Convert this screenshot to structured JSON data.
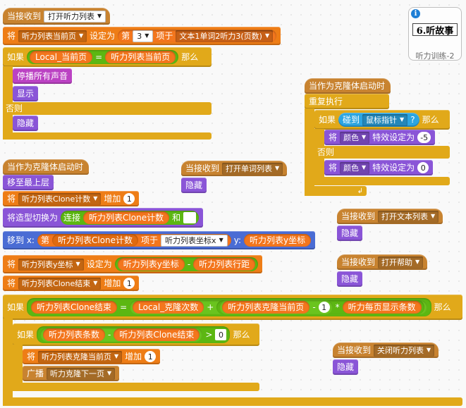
{
  "colors": {
    "events": "#c88330",
    "data": "#ee7d16",
    "control": "#e1a91a",
    "looks": "#8a55d7",
    "sound": "#bb42c3",
    "motion": "#4a6cd4",
    "operators": "#5cb712",
    "sensing": "#2ca5e2",
    "variable": "#f3761d"
  },
  "script1": {
    "hat": {
      "label": "当接收到",
      "msg": "打开听力列表"
    },
    "set": {
      "label": "将",
      "var": "听力列表当前页",
      "to": "设定为",
      "item": "第",
      "num": "3",
      "of": "项于",
      "list": "文本1单词2听力3(页数)"
    },
    "if": {
      "label": "如果",
      "left": "Local_当前页",
      "eq": "=",
      "right": "听力列表当前页",
      "then": "那么"
    },
    "stop_sounds": "停播所有声音",
    "show": "显示",
    "else": "否则",
    "hide": "隐藏"
  },
  "script2": {
    "hat": "当作为克隆体启动时",
    "front": "移至最上层",
    "change1": {
      "label": "将",
      "var": "听力列表Clone计数",
      "by": "增加",
      "val": "1"
    },
    "costume": {
      "label": "将造型切换为",
      "join": "连接",
      "a": "听力列表Clone计数",
      "and": "和"
    },
    "goto": {
      "label": "移到 x:",
      "item": "第",
      "idx": "听力列表Clone计数",
      "of": "项于",
      "list": "听力列表坐标x",
      "y": "y:",
      "yval": "听力列表y坐标"
    },
    "sety": {
      "label": "将",
      "var": "听力列表y坐标",
      "to": "设定为",
      "a": "听力列表y坐标",
      "minus": "-",
      "b": "听力列表行距"
    },
    "change2": {
      "label": "将",
      "var": "听力列表Clone结束",
      "by": "增加",
      "val": "1"
    },
    "if1": {
      "label": "如果",
      "left": "听力列表Clone结束",
      "eq": "=",
      "a": "Local_克隆次数",
      "plus": "+",
      "b": "听力列表克隆当前页",
      "minus": "-",
      "one": "1",
      "mul": "*",
      "c": "听力每页显示条数",
      "then": "那么"
    },
    "if2": {
      "label": "如果",
      "a": "听力列表条数",
      "minus": "-",
      "b": "听力列表Clone结束",
      "gt": ">",
      "zero": "0",
      "then": "那么"
    },
    "change3": {
      "label": "将",
      "var": "听力列表克隆当前页",
      "by": "增加",
      "val": "1"
    },
    "broadcast": {
      "label": "广播",
      "msg": "听力克隆下一页"
    }
  },
  "script3": {
    "hat": "当作为克隆体启动时",
    "forever": "重复执行",
    "if": "如果",
    "touch": "碰到",
    "ptr": "鼠标指针",
    "q": "?",
    "then": "那么",
    "set1": {
      "label": "将",
      "eff": "颜色",
      "txt": "特效设定为",
      "val": "-5"
    },
    "else": "否则",
    "set2": {
      "label": "将",
      "eff": "颜色",
      "txt": "特效设定为",
      "val": "0"
    }
  },
  "script4": {
    "hat": "当接收到",
    "msg": "打开单词列表",
    "hide": "隐藏"
  },
  "script5": {
    "hat": "当接收到",
    "msg": "打开文本列表",
    "hide": "隐藏"
  },
  "script6": {
    "hat": "当接收到",
    "msg": "打开帮助",
    "hide": "隐藏"
  },
  "script7": {
    "hat": "当接收到",
    "msg": "关闭听力列表",
    "hide": "隐藏"
  },
  "sprite": {
    "name": "6.听故事",
    "label": "听力训练-2",
    "info": "i"
  }
}
